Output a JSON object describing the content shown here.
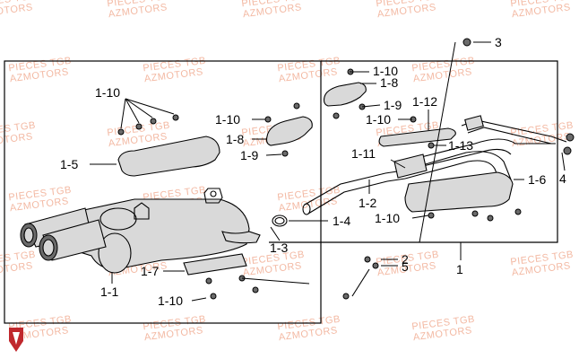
{
  "watermark": {
    "brand_line1": "PIECES TGB",
    "brand_line2": "AZMOTORS"
  },
  "callouts": {
    "c1": "1",
    "c1_1": "1-1",
    "c1_2": "1-2",
    "c1_3": "1-3",
    "c1_4": "1-4",
    "c1_5": "1-5",
    "c1_6": "1-6",
    "c1_7": "1-7",
    "c1_8": "1-8",
    "c1_9": "1-9",
    "c1_10": "1-10",
    "c1_11": "1-11",
    "c1_12": "1-12",
    "c1_13": "1-13",
    "c2": "2",
    "c3": "3",
    "c4": "4",
    "c5": "5"
  },
  "colors": {
    "watermark": "#f3b9a3",
    "logo": "#c0282d"
  }
}
